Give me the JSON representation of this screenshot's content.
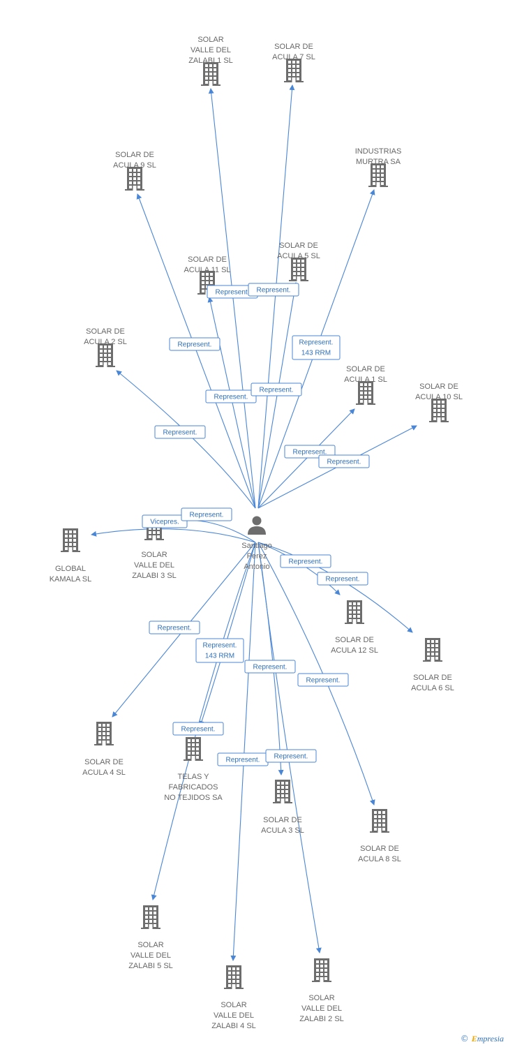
{
  "center": {
    "id": "person",
    "label": [
      "Santiago",
      "Perez",
      "Antonio"
    ],
    "icon": "person-icon"
  },
  "companies": [
    {
      "id": "valle1",
      "label": [
        "SOLAR",
        "VALLE DEL",
        "ZALABI 1 SL"
      ],
      "icon": "building-icon"
    },
    {
      "id": "acula7",
      "label": [
        "SOLAR DE",
        "ACULA 7 SL"
      ],
      "icon": "building-icon"
    },
    {
      "id": "acula9",
      "label": [
        "SOLAR DE",
        "ACULA 9 SL"
      ],
      "icon": "building-icon"
    },
    {
      "id": "murtra",
      "label": [
        "INDUSTRIAS",
        "MURTRA SA"
      ],
      "icon": "building-icon"
    },
    {
      "id": "acula11",
      "label": [
        "SOLAR DE",
        "ACULA 11 SL"
      ],
      "icon": "building-icon"
    },
    {
      "id": "acula5",
      "label": [
        "SOLAR DE",
        "ACULA 5 SL"
      ],
      "icon": "building-icon"
    },
    {
      "id": "acula2",
      "label": [
        "SOLAR DE",
        "ACULA 2 SL"
      ],
      "icon": "building-icon"
    },
    {
      "id": "acula1",
      "label": [
        "SOLAR DE",
        "ACULA 1 SL"
      ],
      "icon": "building-icon"
    },
    {
      "id": "acula10",
      "label": [
        "SOLAR DE",
        "ACULA 10 SL"
      ],
      "icon": "building-icon"
    },
    {
      "id": "global",
      "label": [
        "GLOBAL",
        "KAMALA SL"
      ],
      "icon": "building-icon"
    },
    {
      "id": "valle3",
      "label": [
        "SOLAR",
        "VALLE DEL",
        "ZALABI 3 SL"
      ],
      "icon": "building-icon"
    },
    {
      "id": "acula12",
      "label": [
        "SOLAR DE",
        "ACULA 12 SL"
      ],
      "icon": "building-icon"
    },
    {
      "id": "acula6",
      "label": [
        "SOLAR DE",
        "ACULA 6 SL"
      ],
      "icon": "building-icon"
    },
    {
      "id": "acula4",
      "label": [
        "SOLAR DE",
        "ACULA 4 SL"
      ],
      "icon": "building-icon"
    },
    {
      "id": "telas",
      "label": [
        "TELAS Y",
        "FABRICADOS",
        "NO TEJIDOS SA"
      ],
      "icon": "building-icon"
    },
    {
      "id": "acula3",
      "label": [
        "SOLAR DE",
        "ACULA 3 SL"
      ],
      "icon": "building-icon"
    },
    {
      "id": "acula8",
      "label": [
        "SOLAR DE",
        "ACULA 8 SL"
      ],
      "icon": "building-icon"
    },
    {
      "id": "valle5",
      "label": [
        "SOLAR",
        "VALLE DEL",
        "ZALABI 5 SL"
      ],
      "icon": "building-icon"
    },
    {
      "id": "valle4",
      "label": [
        "SOLAR",
        "VALLE DEL",
        "ZALABI 4 SL"
      ],
      "icon": "building-icon"
    },
    {
      "id": "valle2",
      "label": [
        "SOLAR",
        "VALLE DEL",
        "ZALABI 2 SL"
      ],
      "icon": "building-icon"
    }
  ],
  "edges": [
    {
      "to": "valle1",
      "label": [
        "Represent."
      ]
    },
    {
      "to": "acula7",
      "label": [
        "Represent."
      ]
    },
    {
      "to": "acula9",
      "label": [
        "Represent."
      ]
    },
    {
      "to": "murtra",
      "label": [
        "Represent.",
        "143 RRM"
      ]
    },
    {
      "to": "acula11",
      "label": [
        "Represent."
      ]
    },
    {
      "to": "acula5",
      "label": [
        "Represent."
      ]
    },
    {
      "to": "acula2",
      "label": [
        "Represent."
      ]
    },
    {
      "to": "acula1",
      "label": [
        "Represent."
      ]
    },
    {
      "to": "acula10",
      "label": [
        "Represent."
      ]
    },
    {
      "to": "global",
      "label": [
        "Vicepres."
      ]
    },
    {
      "to": "valle3",
      "label": [
        "Represent."
      ]
    },
    {
      "to": "acula12",
      "label": [
        "Represent."
      ]
    },
    {
      "to": "acula6",
      "label": [
        "Represent."
      ]
    },
    {
      "to": "acula4",
      "label": [
        "Represent."
      ]
    },
    {
      "to": "telas",
      "label": [
        "Represent.",
        "143 RRM"
      ]
    },
    {
      "to": "acula3",
      "label": [
        "Represent."
      ]
    },
    {
      "to": "acula8",
      "label": [
        "Represent."
      ]
    },
    {
      "to": "valle5",
      "label": [
        "Represent."
      ]
    },
    {
      "to": "valle4",
      "label": [
        "Represent."
      ]
    },
    {
      "to": "valle2",
      "label": [
        "Represent."
      ]
    }
  ],
  "brand": {
    "copyright": "©",
    "name_first": "E",
    "name_rest": "mpresia"
  },
  "colors": {
    "edge": "#4a86d6",
    "icon": "#6d6d6d",
    "label": "#666666"
  }
}
